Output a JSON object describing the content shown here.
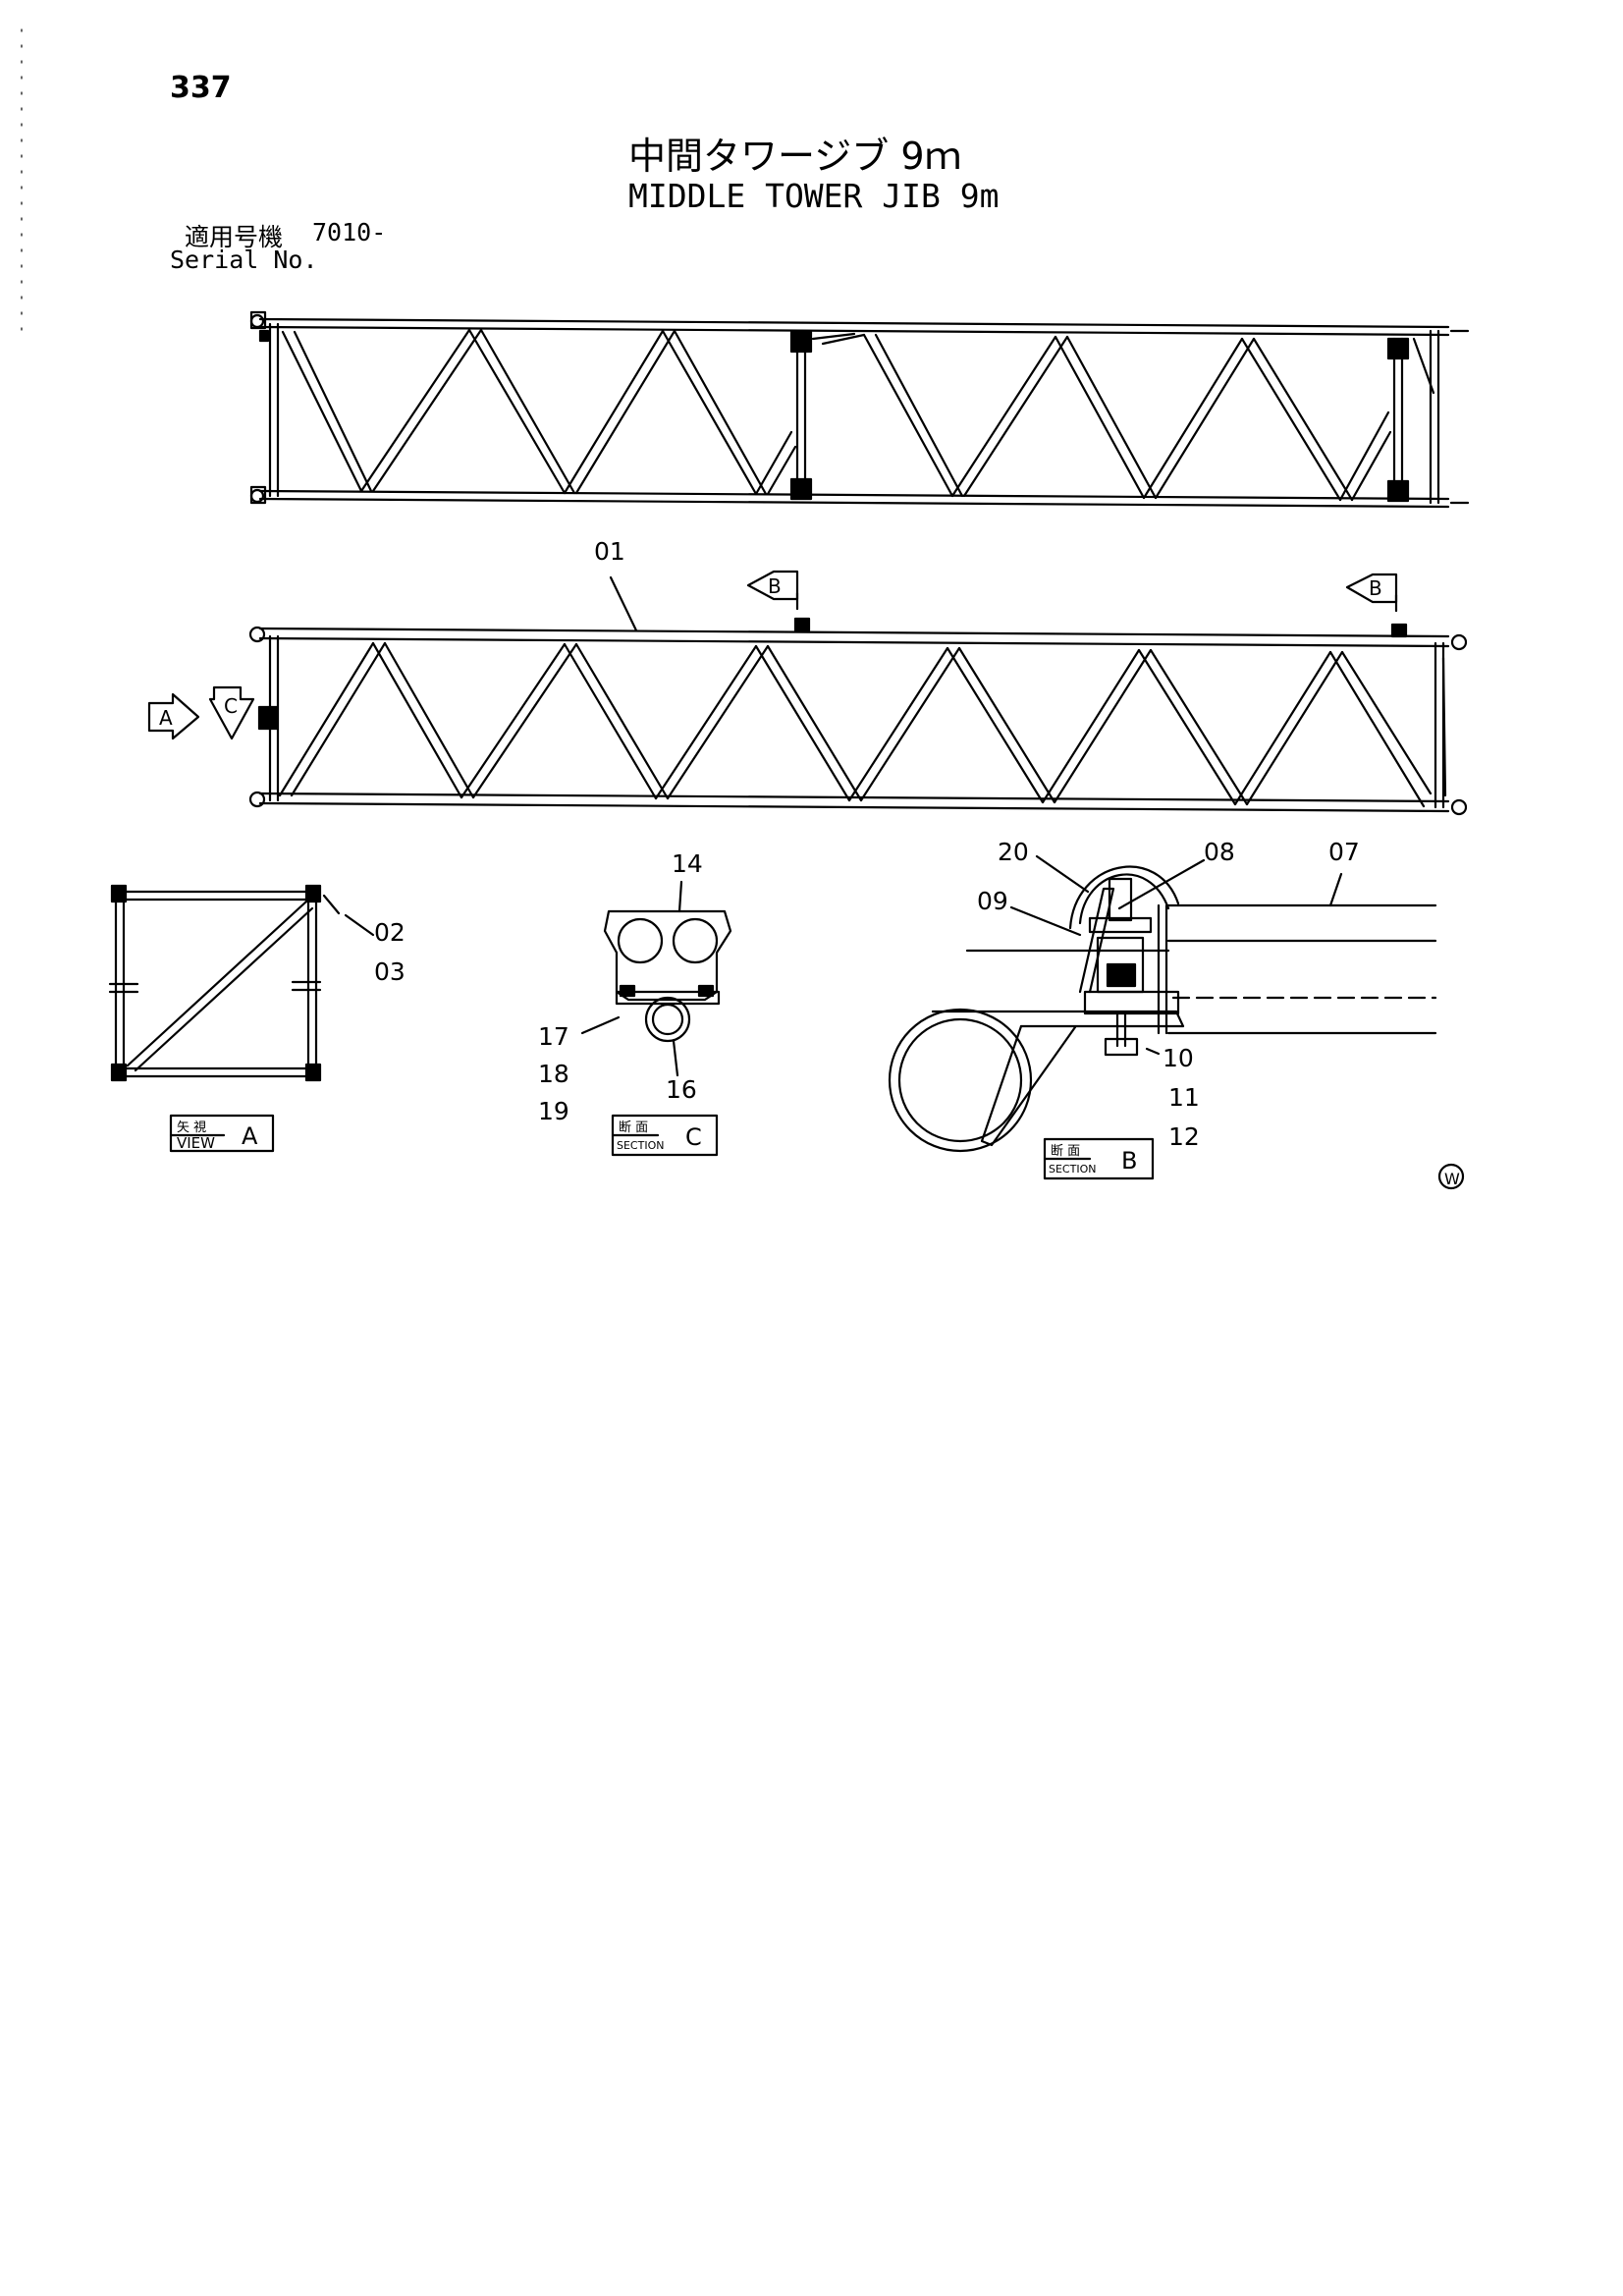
{
  "header": {
    "page_number": "337",
    "title_ja": "中間タワージブ 9ｍ",
    "title_en": "MIDDLE TOWER JIB 9m",
    "serial_label_ja": "適用号機",
    "serial_value": "7010-",
    "serial_label_en": "Serial No."
  },
  "callouts": {
    "p01": "01",
    "p02": "02",
    "p03": "03",
    "p07": "07",
    "p08": "08",
    "p09": "09",
    "p10": "10",
    "p11": "11",
    "p12": "12",
    "p14": "14",
    "p16": "16",
    "p17": "17",
    "p18": "18",
    "p19": "19",
    "p20": "20"
  },
  "view_markers": {
    "b_top": "B",
    "b_right": "B",
    "a": "A",
    "c": "C"
  },
  "view_labels": {
    "view_a_ja": "矢 視",
    "view_a_en": "VIEW",
    "view_a_letter": "A",
    "section_c_ja": "断 面",
    "section_c_en": "SECTION",
    "section_c_letter": "C",
    "section_b_ja": "断 面",
    "section_b_en": "SECTION",
    "section_b_letter": "B"
  },
  "corner_mark": "W"
}
